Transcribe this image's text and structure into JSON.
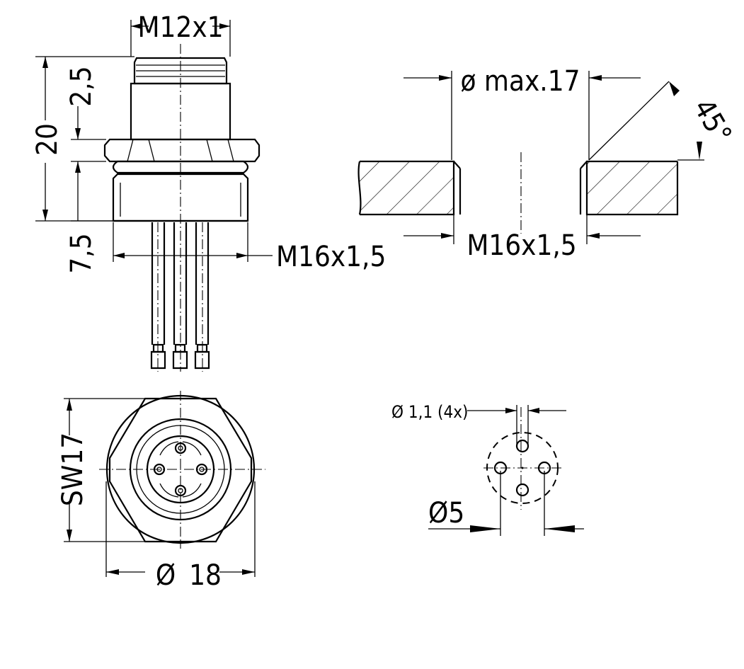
{
  "side_view": {
    "thread_top": "M12x1",
    "dim_height": "20",
    "dim_top": "2,5",
    "dim_bottom": "7,5",
    "thread_bottom": "M16x1,5"
  },
  "panel_cutout": {
    "hole_diameter": "ø max.17",
    "thread": "M16x1,5",
    "chamfer_angle": "45°"
  },
  "front_view": {
    "wrench_size": "SW17",
    "diameter_symbol": "Ø",
    "diameter_value": "18"
  },
  "pcb_layout": {
    "pin_hole": "Ø 1,1 (4x)",
    "circle_diameter": "Ø5"
  }
}
